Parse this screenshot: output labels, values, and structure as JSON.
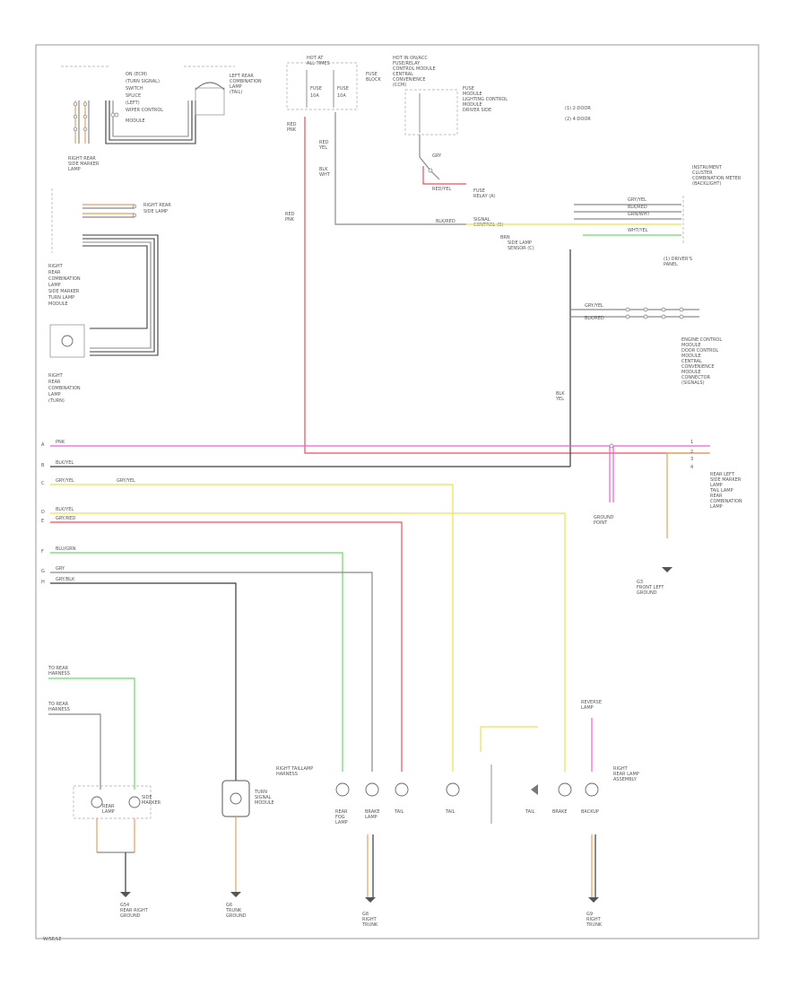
{
  "colors": {
    "red": "#f04c5a",
    "pink": "#f25cd6",
    "yellow": "#e8e44a",
    "green": "#66dd66",
    "orange": "#e6a057",
    "gray": "#8a8a8a",
    "dark": "#3b3b3b",
    "black": "#222222"
  },
  "labels": {
    "top_left_components": [
      "ON (ECM)",
      "(TURN SIGNAL)",
      "SWITCH",
      "SPLICE",
      "(LEFT)",
      "WIPER CONTROL",
      "MODULE"
    ],
    "top_left_lamp": [
      "LEFT REAR",
      "COMBINATION",
      "LAMP",
      "(TAIL)"
    ],
    "left_mid_junction": [
      "RIGHT REAR",
      "SIDE MARKER",
      "LAMP"
    ],
    "left_mid_connector": [
      "RIGHT REAR",
      "SIDE LAMP"
    ],
    "left_component_block": [
      "RIGHT",
      "REAR",
      "COMBINATION",
      "LAMP",
      "SIDE MARKER",
      "TURN LAMP",
      "MODULE"
    ],
    "left_lower_lamp": [
      "RIGHT",
      "REAR",
      "COMBINATION",
      "LAMP",
      "(TURN)"
    ],
    "fuse_top": [
      "HOT AT",
      "ALL TIMES",
      "FUSE",
      "BLOCK"
    ],
    "fuse_top_sub": [
      "FUSE",
      "10A"
    ],
    "center_top_block": [
      "HOT IN ON/ACC",
      "FUSE/RELAY",
      "CONTROL MODULE",
      "CENTRAL",
      "CONVENIENCE",
      "(CCM)"
    ],
    "center_top_fuse": [
      "FUSE",
      "MODULE",
      "LIGHTING CONTROL",
      "MODULE",
      "DRIVER SIDE"
    ],
    "right_legend": [
      "(1) 2-DOOR",
      "(2) 4-DOOR"
    ],
    "right_top_block": [
      "INSTRUMENT",
      "CLUSTER",
      "COMBINATION METER",
      "(BACKLIGHT)"
    ],
    "right_mid_label": [
      "(1) DRIVER'S",
      "PANEL"
    ],
    "right_mid_block": [
      "ENGINE CONTROL",
      "MODULE",
      "DOOR CONTROL",
      "MODULE",
      "CENTRAL",
      "CONVENIENCE",
      "MODULE",
      "CONNECTOR",
      "(SIGNALS)"
    ],
    "right_bottom_block": [
      "REAR LEFT",
      "SIDE MARKER",
      "LAMP",
      "TAIL LAMP",
      "REAR",
      "COMBINATION",
      "LAMP"
    ],
    "center_ground": [
      "GROUND",
      "POINT"
    ],
    "right_ground": [
      "G3",
      "FRONT LEFT",
      "GROUND"
    ],
    "bottom_left_notes": [
      "TO REAR",
      "HARNESS",
      "TO REAR",
      "HARNESS"
    ],
    "bottom_left_lamps": [
      "REAR",
      "LAMP",
      "SIDE",
      "MARKER"
    ],
    "bottom_left_ground": [
      "G54",
      "REAR RIGHT",
      "GROUND"
    ],
    "bottom_mid_module": [
      "TURN",
      "SIGNAL",
      "MODULE"
    ],
    "bottom_mid_ground": [
      "G6",
      "TRUNK",
      "GROUND"
    ],
    "bottom_center_conn": [
      "RIGHT TAILLAMP",
      "HARNESS"
    ],
    "bottom_center_lamps": [
      "REAR",
      "FOG",
      "LAMP",
      "BRAKE",
      "LAMP",
      "TAIL"
    ],
    "bottom_center_ground": [
      "G8",
      "RIGHT",
      "TRUNK"
    ],
    "bottom_right_label": [
      "REVERSE",
      "LAMP"
    ],
    "bottom_right_block": [
      "RIGHT",
      "REAR LAMP",
      "ASSEMBLY"
    ],
    "bottom_right_lamps": [
      "TAIL",
      "BRAKE",
      "BACKUP"
    ],
    "bottom_right_ground": [
      "G9",
      "RIGHT",
      "TRUNK"
    ],
    "bus_left_tags": [
      "A",
      "B",
      "C",
      "D",
      "E",
      "F",
      "G",
      "H"
    ],
    "bus_right_tags": [
      "1",
      "2",
      "3",
      "4"
    ],
    "wire_tags": [
      "RED",
      "PNK",
      "YEL",
      "GRN",
      "GRY",
      "WHT",
      "BRN",
      "BLK",
      "RED/YEL",
      "GRY/YEL",
      "BLK/RED",
      "GRN/WHT",
      "WHT/YEL"
    ],
    "footer": "W/SE/LE"
  }
}
